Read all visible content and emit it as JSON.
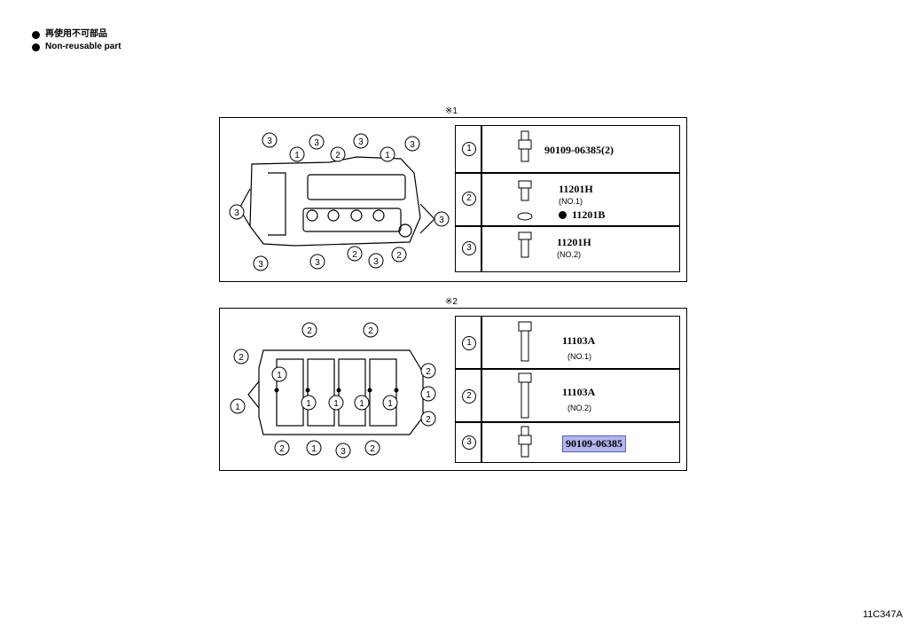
{
  "legend": {
    "line1": "再使用不可部品",
    "line2": "Non-reusable part"
  },
  "section1": {
    "marker": "※1",
    "rows": [
      {
        "num": "1",
        "code": "90109-06385(2)",
        "sub": ""
      },
      {
        "num": "2",
        "code": "11201H",
        "sub": "(NO.1)",
        "code2": "11201B"
      },
      {
        "num": "3",
        "code": "11201H",
        "sub": "(NO.2)"
      }
    ]
  },
  "section2": {
    "marker": "※2",
    "rows": [
      {
        "num": "1",
        "code": "11103A",
        "sub": "(NO.1)"
      },
      {
        "num": "2",
        "code": "11103A",
        "sub": "(NO.2)"
      },
      {
        "num": "3",
        "code": "90109-06385",
        "sub": ""
      }
    ]
  },
  "figure_id": "11C347A",
  "colors": {
    "highlight": "#b3b6ee"
  }
}
